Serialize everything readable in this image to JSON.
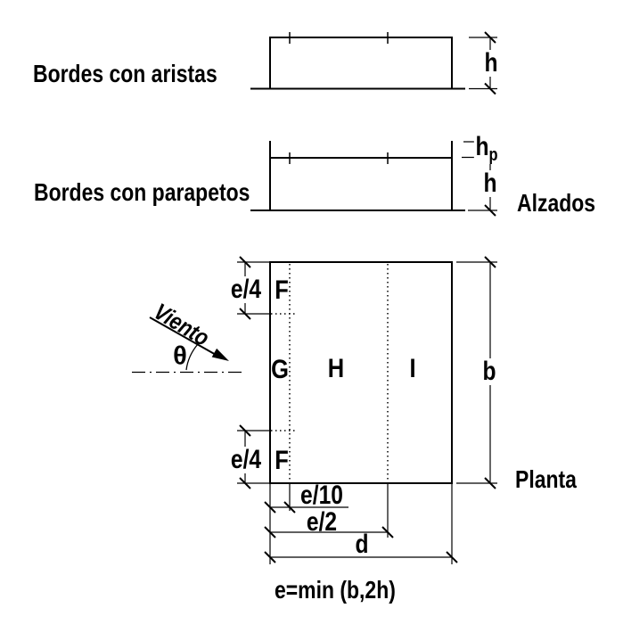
{
  "labels": {
    "bordes_aristas": "Bordes con aristas",
    "bordes_parapetos": "Bordes con parapetos",
    "alzados": "Alzados",
    "planta": "Planta",
    "formula": "e=min (b,2h)",
    "viento": "Viento",
    "theta": "θ"
  },
  "dims": {
    "h_aristas": "h",
    "hp_main": "h",
    "hp_sub": "p",
    "h_parapetos": "h",
    "b": "b",
    "d": "d",
    "e4_top": "e/4",
    "e4_bottom": "e/4",
    "e10": "e/10",
    "e2": "e/2"
  },
  "zones": {
    "f_top": "F",
    "g": "G",
    "h": "H",
    "i": "I",
    "f_bottom": "F"
  },
  "colors": {
    "line": "#000000",
    "background": "#ffffff"
  }
}
